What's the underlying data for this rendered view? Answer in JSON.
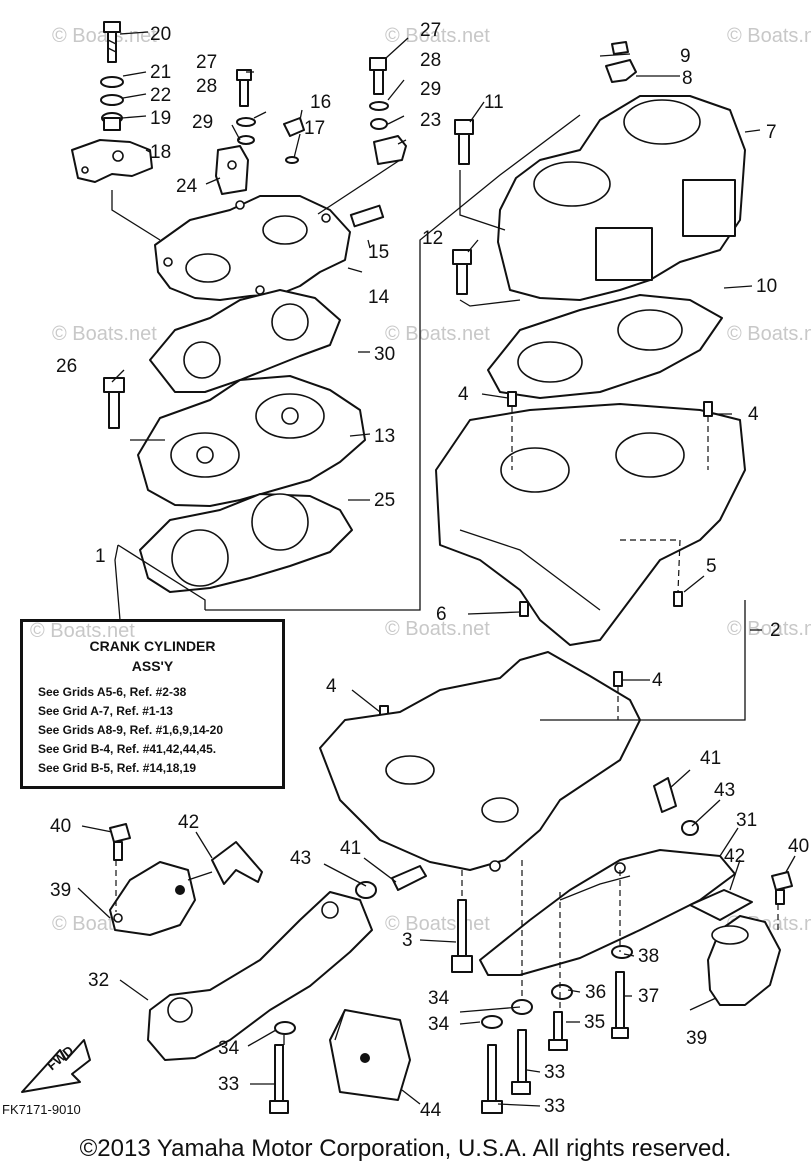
{
  "watermark": "© Boats.net",
  "figure_code": "FK7171-9010",
  "fwd_label": "FWD",
  "note": {
    "title_line1": "CRANK CYLINDER",
    "title_line2": "ASS'Y",
    "lines": [
      "See Grids A5-6, Ref. #2-38",
      "See Grid A-7, Ref. #1-13",
      "See Grids A8-9, Ref. #1,6,9,14-20",
      "See Grid B-4, Ref. #41,42,44,45.",
      "See Grid B-5, Ref. #14,18,19"
    ]
  },
  "callouts": {
    "c1": "1",
    "c2": "2",
    "c3": "3",
    "c4a": "4",
    "c4b": "4",
    "c4c": "4",
    "c4d": "4",
    "c5": "5",
    "c6": "6",
    "c7": "7",
    "c8": "8",
    "c9": "9",
    "c10": "10",
    "c11": "11",
    "c12": "12",
    "c13": "13",
    "c14": "14",
    "c15": "15",
    "c16": "16",
    "c17": "17",
    "c18": "18",
    "c19": "19",
    "c20": "20",
    "c21": "21",
    "c22": "22",
    "c23": "23",
    "c24": "24",
    "c25": "25",
    "c26": "26",
    "c27a": "27",
    "c27b": "27",
    "c28a": "28",
    "c28b": "28",
    "c29a": "29",
    "c29b": "29",
    "c30": "30",
    "c31": "31",
    "c32": "32",
    "c33a": "33",
    "c33b": "33",
    "c33c": "33",
    "c34a": "34",
    "c34b": "34",
    "c34c": "34",
    "c35": "35",
    "c36": "36",
    "c37": "37",
    "c38": "38",
    "c39a": "39",
    "c39b": "39",
    "c40a": "40",
    "c40b": "40",
    "c41a": "41",
    "c41b": "41",
    "c42a": "42",
    "c42b": "42",
    "c43a": "43",
    "c43b": "43",
    "c44": "44"
  },
  "copyright": "©2013 Yamaha Motor Corporation, U.S.A. All rights reserved."
}
